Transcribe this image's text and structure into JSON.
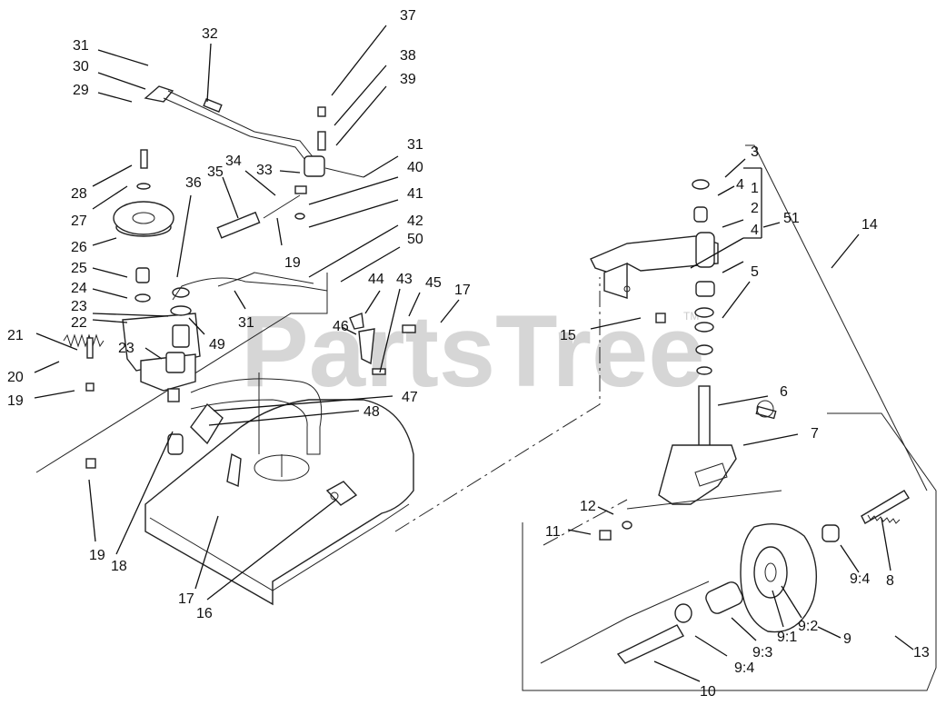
{
  "watermark": {
    "text": "PartsTree",
    "trademark": "TM"
  },
  "labels": [
    "37",
    "31",
    "32",
    "38",
    "30",
    "39",
    "29",
    "31",
    "40",
    "33",
    "34",
    "35",
    "28",
    "36",
    "41",
    "27",
    "42",
    "19",
    "26",
    "50",
    "25",
    "44",
    "43",
    "45",
    "17",
    "24",
    "23",
    "22",
    "31",
    "49",
    "21",
    "46",
    "15",
    "23",
    "20",
    "47",
    "48",
    "19",
    "6",
    "7",
    "12",
    "11",
    "19",
    "18",
    "9:4",
    "8",
    "17",
    "16",
    "9:2",
    "9:1",
    "9",
    "13",
    "9:3",
    "9:4",
    "10",
    "3",
    "4",
    "1",
    "2",
    "4",
    "51",
    "14",
    "5"
  ]
}
